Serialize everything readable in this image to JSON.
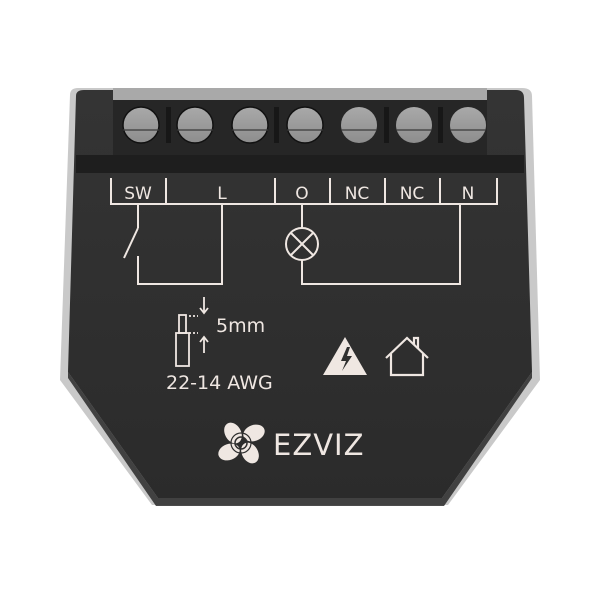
{
  "product": {
    "brand": "EZVIZ",
    "colors": {
      "background": "#ffffff",
      "body": "#2f2f2f",
      "body_edge": "#bdbdbd",
      "terminal_block": "#262626",
      "terminal_top": "#a8a8a8",
      "screw": "#9a9a9a",
      "print": "#efe7e2"
    }
  },
  "terminals": {
    "screw_count": 7,
    "labels": [
      "SW",
      "L",
      "O",
      "NC",
      "NC",
      "N"
    ]
  },
  "wiring_spec": {
    "strip_length": "5mm",
    "gauge": "22-14 AWG"
  },
  "icons": {
    "warning": "high-voltage-warning-icon",
    "indoor": "house-icon",
    "lamp": "lamp-symbol-icon",
    "switch": "switch-symbol-icon",
    "logo": "ezviz-logo-icon"
  },
  "logo": {
    "text": "EZVIZ"
  }
}
